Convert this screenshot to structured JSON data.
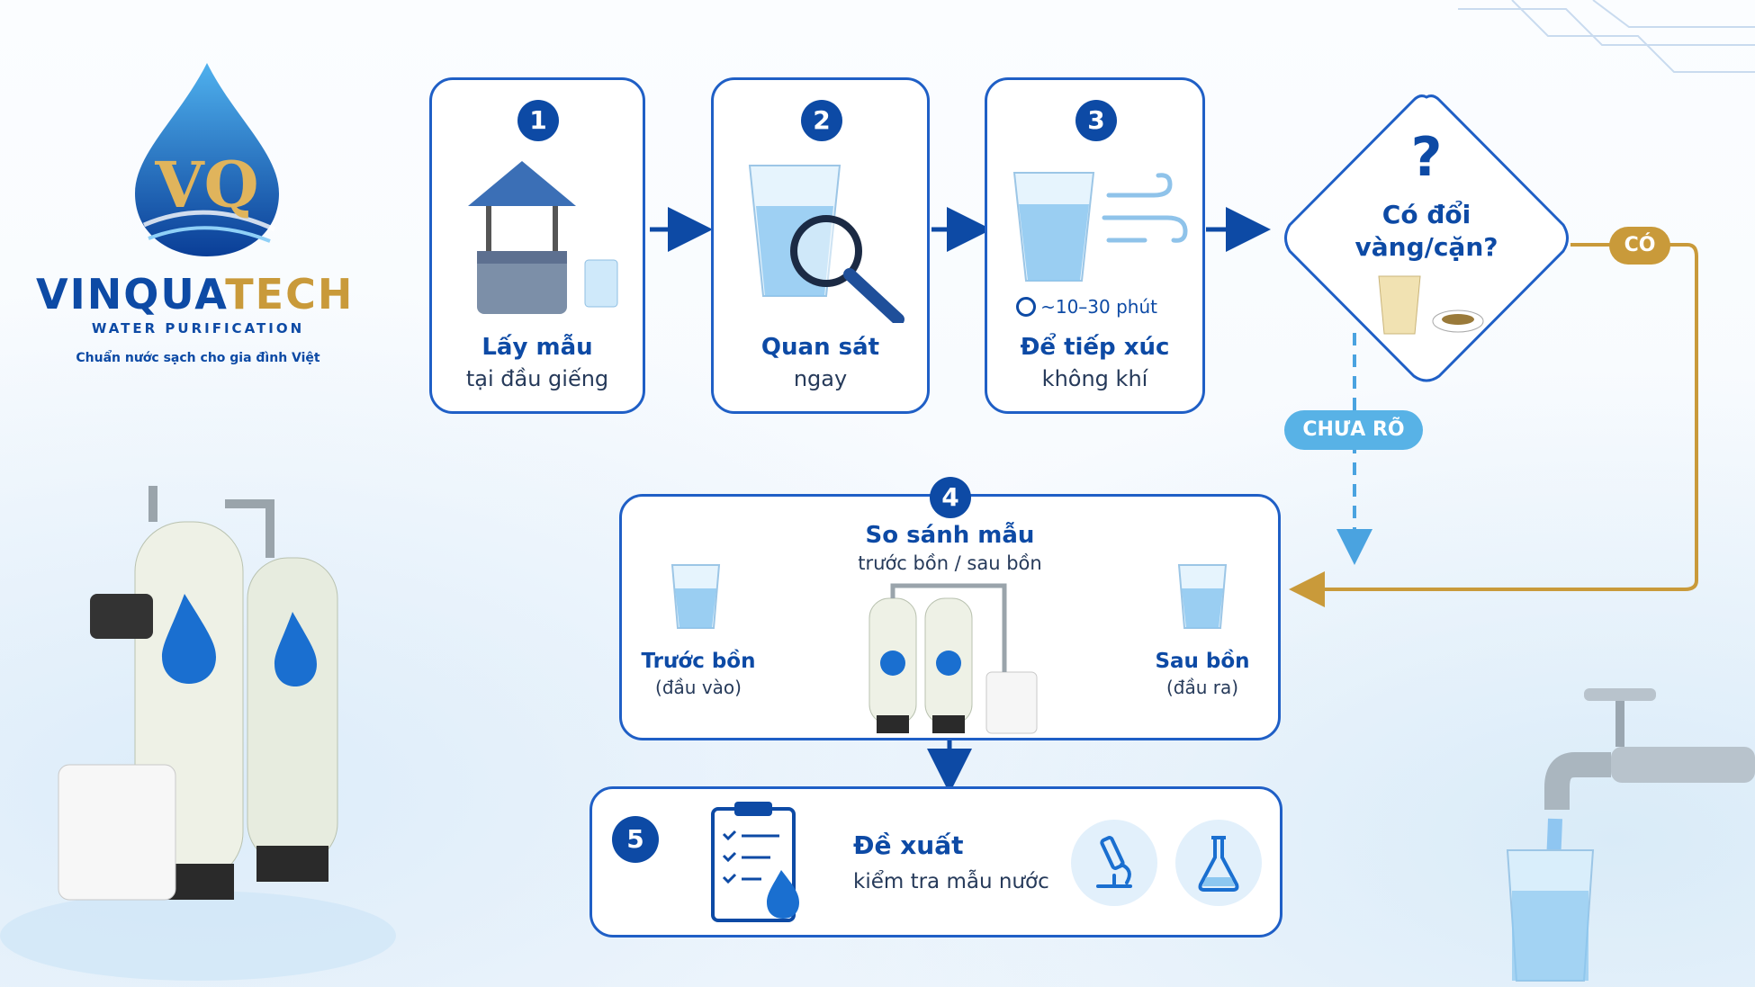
{
  "brand": {
    "name_part1": "VINQUA",
    "name_part2": "TECH",
    "monogram": "VQ",
    "subtitle": "WATER PURIFICATION",
    "tagline": "Chuẩn nước sạch cho gia đình Việt"
  },
  "colors": {
    "primary": "#0d4aa5",
    "border": "#1f5fc6",
    "gold": "#c99a3a",
    "light_blue": "#4aa3e0"
  },
  "steps": {
    "s1": {
      "num": "1",
      "title": "Lấy mẫu",
      "sub": "tại đầu giếng",
      "icon": "well-icon"
    },
    "s2": {
      "num": "2",
      "title": "Quan sát",
      "sub": "ngay",
      "icon": "magnifier-glass-icon"
    },
    "s3": {
      "num": "3",
      "title": "Để tiếp xúc",
      "sub": "không khí",
      "time": "~10–30 phút",
      "icon": "air-glass-icon"
    },
    "q": {
      "mark": "?",
      "line1": "Có đổi",
      "line2": "vàng/cặn?"
    },
    "yes_label": "CÓ",
    "unclear_label": "CHƯA RÕ",
    "s4": {
      "num": "4",
      "title": "So sánh mẫu",
      "sub": "trước bồn / sau bồn",
      "before_title": "Trước bồn",
      "before_sub": "(đầu vào)",
      "after_title": "Sau bồn",
      "after_sub": "(đầu ra)"
    },
    "s5": {
      "num": "5",
      "title": "Đề xuất",
      "sub": "kiểm tra mẫu nước"
    }
  }
}
